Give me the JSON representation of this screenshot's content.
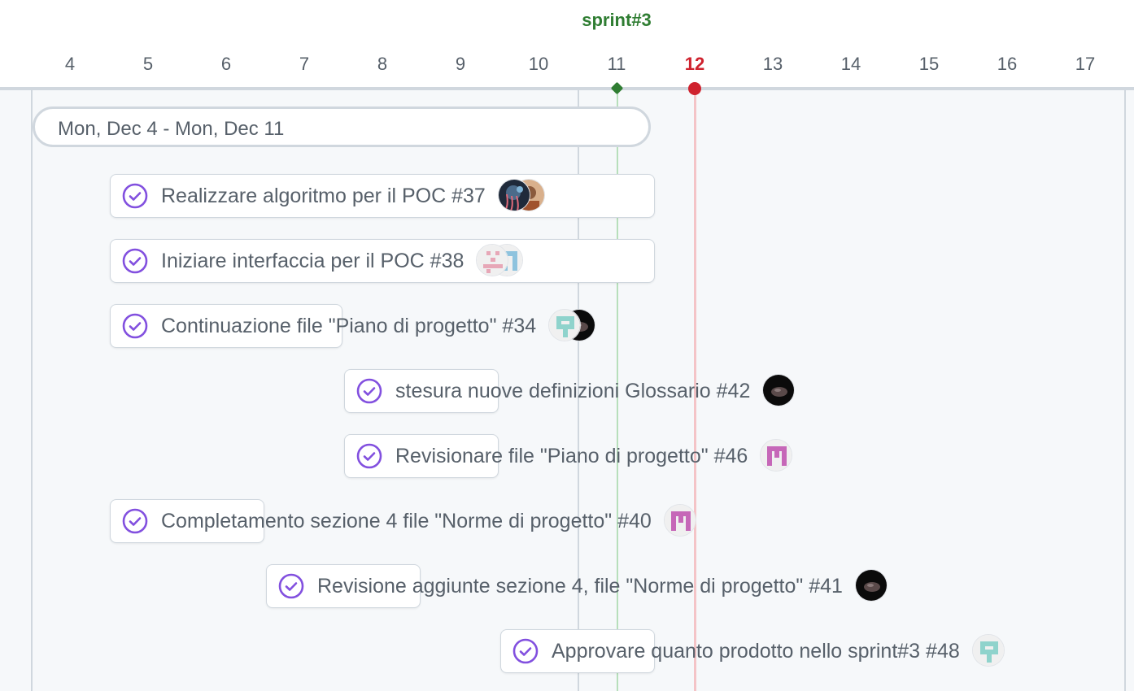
{
  "sprint": {
    "label": "sprint#3"
  },
  "timeline": {
    "days": [
      "4",
      "5",
      "6",
      "7",
      "8",
      "9",
      "10",
      "11",
      "12",
      "13",
      "14",
      "15",
      "16",
      "17"
    ],
    "today": "12",
    "colors": {
      "today": "#cf222e",
      "sprint": "#2f7d32",
      "grid": "#d0d7de"
    }
  },
  "range": {
    "label": "Mon, Dec 4 - Mon, Dec 11"
  },
  "items": [
    {
      "title": "Realizzare algoritmo per il POC #37",
      "status": "completed",
      "avatars": [
        "avatar-dark-jellyfish",
        "avatar-brown-portrait"
      ]
    },
    {
      "title": "Iniziare interfaccia per il POC #38",
      "status": "completed",
      "avatars": [
        "avatar-pink-identicon",
        "avatar-blue-identicon"
      ]
    },
    {
      "title": "Continuazione file \"Piano di progetto\" #34",
      "status": "completed",
      "avatars": [
        "avatar-teal-identicon",
        "avatar-black-photo"
      ]
    },
    {
      "title": "stesura nuove definizioni Glossario #42",
      "status": "completed",
      "avatars": [
        "avatar-black-photo"
      ]
    },
    {
      "title": "Revisionare file \"Piano di progetto\" #46",
      "status": "completed",
      "avatars": [
        "avatar-magenta-identicon"
      ]
    },
    {
      "title": "Completamento sezione 4 file \"Norme di progetto\" #40",
      "status": "completed",
      "avatars": [
        "avatar-magenta-identicon"
      ]
    },
    {
      "title": "Revisione aggiunte sezione 4, file \"Norme di progetto\" #41",
      "status": "completed",
      "avatars": [
        "avatar-black-photo"
      ]
    },
    {
      "title": "Approvare quanto prodotto nello sprint#3 #48",
      "status": "completed",
      "avatars": [
        "avatar-teal-identicon"
      ]
    }
  ]
}
